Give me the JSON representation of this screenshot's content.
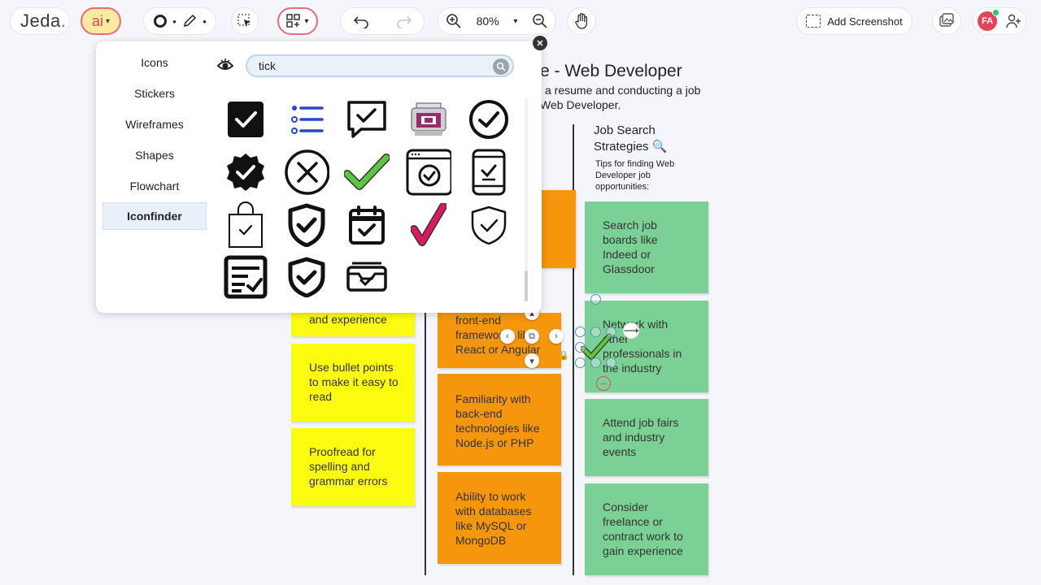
{
  "app": {
    "logo_text": "Jeda",
    "logo_suffix": "."
  },
  "toolbar": {
    "ai_label": "ai",
    "zoom_level": "80%",
    "add_screenshot_label": "Add Screenshot",
    "user_initials": "FA"
  },
  "board": {
    "title": "e - Web Developer",
    "subtitle_line1": "a resume and conducting a job",
    "subtitle_line2": "Web Developer.",
    "column_title_line1": "Job Search",
    "column_title_line2": "Strategies",
    "column_subtitle": "Tips for finding Web Developer job opportunities:"
  },
  "notes": {
    "yellow": [
      "and experience",
      "Use bullet points to make it easy to read",
      "Proofread for spelling and grammar errors"
    ],
    "orange": [
      "front-end frameworks like React or Angular",
      "Familiarity with back-end technologies like Node.js or PHP",
      "Ability to work with databases like MySQL or MongoDB"
    ],
    "green": [
      "Search job boards like Indeed or Glassdoor",
      "Network with other professionals in the industry",
      "Attend job fairs and industry events",
      "Consider freelance or contract work to gain experience"
    ]
  },
  "panel": {
    "categories": [
      "Icons",
      "Stickers",
      "Wireframes",
      "Shapes",
      "Flowchart",
      "Iconfinder"
    ],
    "active_category": "Iconfinder",
    "search_value": "tick",
    "results": [
      "checkbox-checked-icon",
      "checklist-icon",
      "chat-check-icon",
      "photo-print-icon",
      "circle-check-icon",
      "badge-check-icon",
      "circle-x-icon",
      "green-check-icon",
      "browser-check-icon",
      "mobile-check-icon",
      "shopping-bag-check-icon",
      "shield-check-icon",
      "calendar-check-icon",
      "pink-check-icon",
      "shield-check-outline-icon",
      "document-check-icon",
      "shield-check-alt-icon",
      "tray-check-icon"
    ]
  },
  "colors": {
    "accent": "#e4455a",
    "note_yellow": "#fdfb10",
    "note_orange": "#f6960d",
    "note_green": "#7bd195",
    "ai_bg": "#fbeaa0"
  }
}
